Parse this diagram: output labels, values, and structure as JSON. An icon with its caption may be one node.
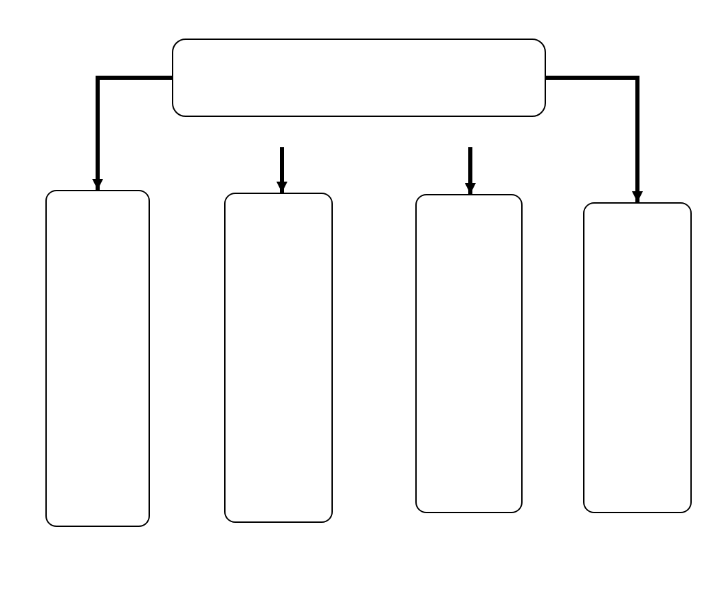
{
  "diagram": {
    "nodes": [
      {
        "text": [],
        "shape": "box"
      },
      {
        "text": [],
        "shape": "box"
      },
      {
        "text": [],
        "shape": "box"
      },
      {
        "text": [],
        "shape": "box"
      },
      {
        "text": [],
        "shape": "box"
      }
    ],
    "edges": [
      {
        "from": 0,
        "to": 1,
        "arrow": "to"
      },
      {
        "from": null,
        "to": 2,
        "arrow": "to"
      },
      {
        "from": null,
        "to": 3,
        "arrow": "to"
      },
      {
        "from": 0,
        "to": 4,
        "arrow": "to"
      }
    ]
  }
}
